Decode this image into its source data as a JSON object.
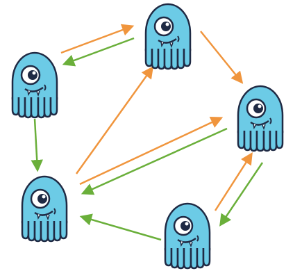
{
  "diagram": {
    "colors": {
      "background": "#ffffff",
      "node_fill": "#6ccbe6",
      "node_outline": "#1f2a44",
      "eye_white": "#ffffff",
      "teeth": "#ffffff",
      "edge_orange": "#f0953d",
      "edge_green": "#6aaf3a"
    },
    "nodes": [
      {
        "id": "node-top",
        "icon": "cyclops-octopus-icon"
      },
      {
        "id": "node-left",
        "icon": "cyclops-octopus-icon"
      },
      {
        "id": "node-right",
        "icon": "cyclops-octopus-icon"
      },
      {
        "id": "node-bottom-left",
        "icon": "cyclops-octopus-icon"
      },
      {
        "id": "node-bottom-right",
        "icon": "cyclops-octopus-icon"
      }
    ],
    "edges": [
      {
        "from": "node-left",
        "to": "node-top",
        "color": "orange"
      },
      {
        "from": "node-top",
        "to": "node-left",
        "color": "green"
      },
      {
        "from": "node-top",
        "to": "node-right",
        "color": "orange"
      },
      {
        "from": "node-left",
        "to": "node-bottom-left",
        "color": "green"
      },
      {
        "from": "node-bottom-left",
        "to": "node-top",
        "color": "orange"
      },
      {
        "from": "node-bottom-left",
        "to": "node-right",
        "color": "orange"
      },
      {
        "from": "node-right",
        "to": "node-bottom-left",
        "color": "green"
      },
      {
        "from": "node-bottom-right",
        "to": "node-right",
        "color": "orange"
      },
      {
        "from": "node-right",
        "to": "node-bottom-right",
        "color": "green"
      },
      {
        "from": "node-bottom-right",
        "to": "node-bottom-left",
        "color": "green"
      }
    ]
  }
}
